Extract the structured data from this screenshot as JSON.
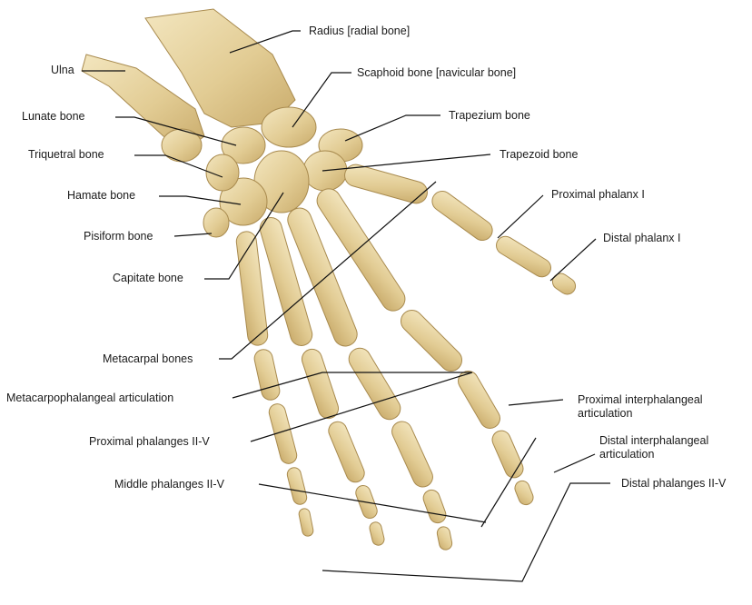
{
  "labels": {
    "radius": "Radius [radial bone]",
    "ulna": "Ulna",
    "scaphoid": "Scaphoid bone [navicular bone]",
    "lunate": "Lunate bone",
    "trapezium": "Trapezium bone",
    "triquetral": "Triquetral bone",
    "trapezoid": "Trapezoid bone",
    "hamate": "Hamate bone",
    "proximal_phalanx_1": "Proximal phalanx I",
    "pisiform": "Pisiform bone",
    "distal_phalanx_1": "Distal phalanx  I",
    "capitate": "Capitate bone",
    "metacarpal": "Metacarpal bones",
    "mcp_articulation": "Metacarpophalangeal articulation",
    "pip_articulation": "Proximal  interphalangeal articulation",
    "proximal_phalanges": "Proximal  phalanges II-V",
    "dip_articulation": "Distal interphalangeal articulation",
    "middle_phalanges": "Middle phalanges II-V",
    "distal_phalanges": "Distal phalanges II-V"
  },
  "colors": {
    "bone_fill": "#e6d3a0",
    "bone_shadow": "#c9ae6f",
    "bone_highlight": "#f4e8c4",
    "line": "#111111",
    "text": "#1a1a1a"
  }
}
